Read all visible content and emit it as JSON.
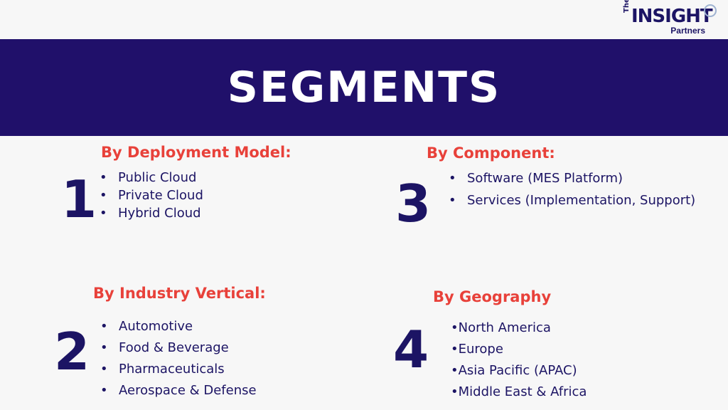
{
  "logo": {
    "the": "The",
    "insight": "INSIGHT",
    "partners": "Partners"
  },
  "banner": {
    "title": "SEGMENTS"
  },
  "segments": {
    "deployment": {
      "number": "1",
      "title": "By Deployment Model:",
      "items": [
        "Public Cloud",
        "Private Cloud",
        "Hybrid Cloud"
      ]
    },
    "industry": {
      "number": "2",
      "title": "By Industry Vertical:",
      "items": [
        "Automotive",
        "Food & Beverage",
        "Pharmaceuticals",
        "Aerospace & Defense"
      ]
    },
    "component": {
      "number": "3",
      "title": "By Component:",
      "items": [
        "Software (MES Platform)",
        "Services (Implementation, Support)"
      ]
    },
    "geography": {
      "number": "4",
      "title": "By Geography",
      "items": [
        "•North America",
        "•Europe",
        "•Asia Pacific (APAC)",
        "•Middle East & Africa"
      ]
    }
  },
  "colors": {
    "navy": "#20106a",
    "accent_red": "#e8413a",
    "background": "#f7f7f7"
  }
}
